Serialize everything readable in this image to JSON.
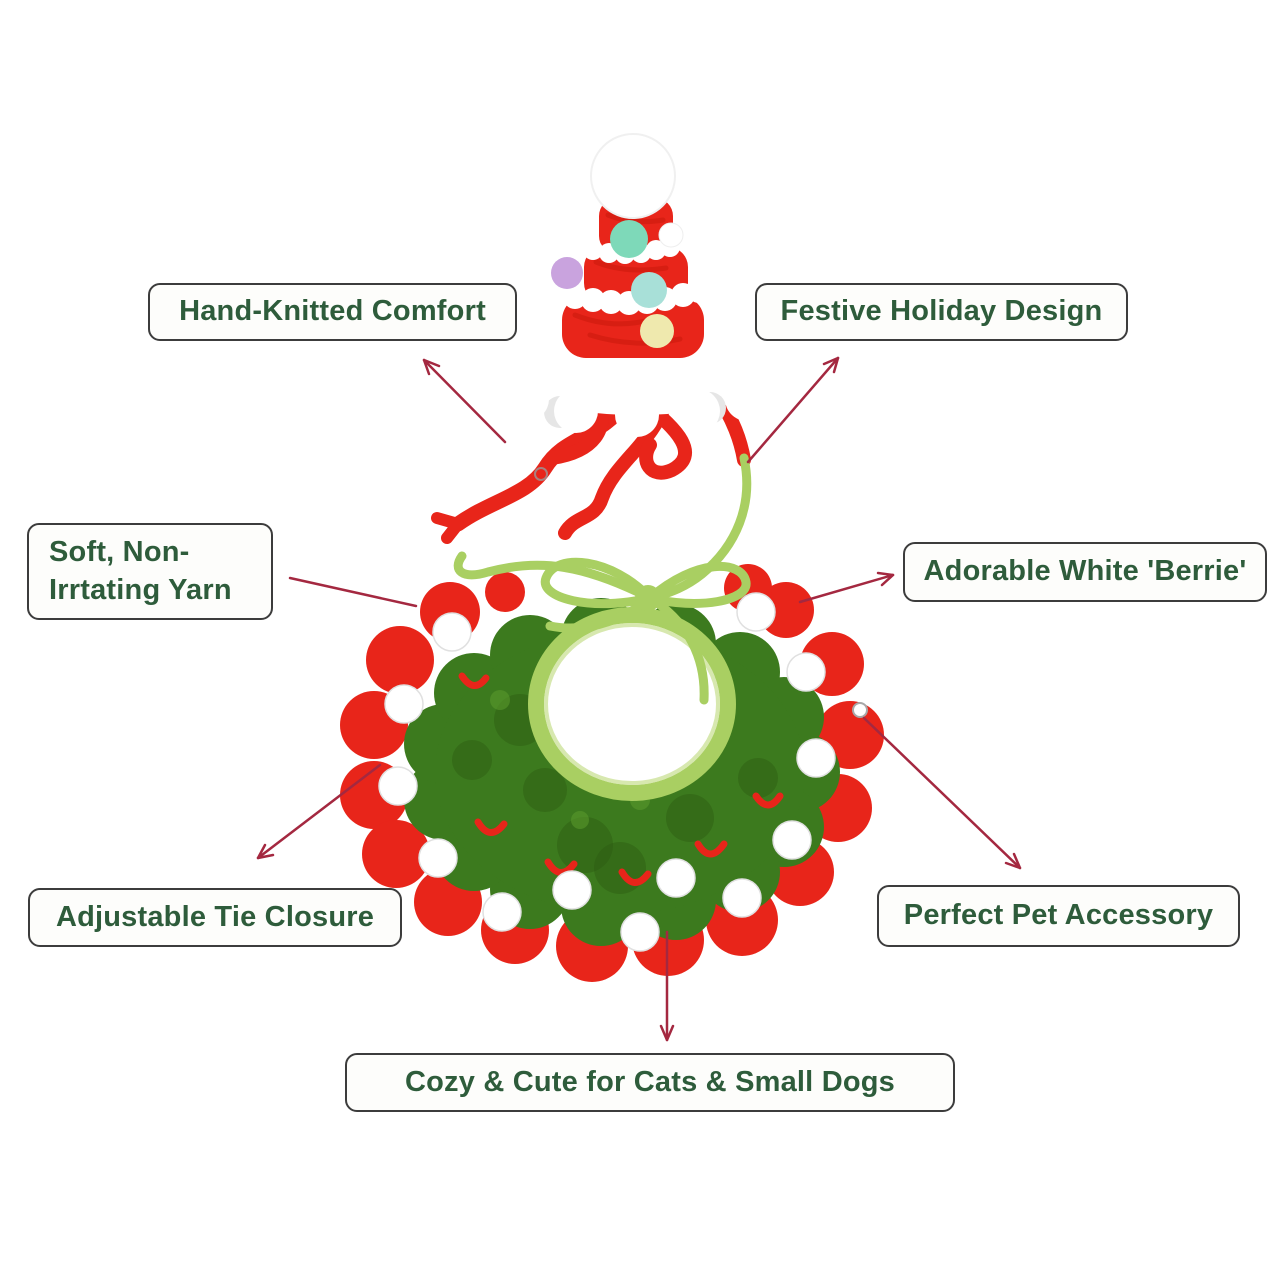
{
  "annotations": {
    "hand_knitted": {
      "text": "Hand-Knitted Comfort"
    },
    "festive": {
      "text": "Festive Holiday Design"
    },
    "soft_yarn": {
      "text": "Soft, Non-\nIrrtating Yarn"
    },
    "berrie": {
      "text": "Adorable White 'Berrie'"
    },
    "adjustable": {
      "text": "Adjustable Tie Closure"
    },
    "perfect": {
      "text": "Perfect Pet Accessory"
    },
    "cozy": {
      "text": "Cozy & Cute for Cats & Small Dogs"
    }
  },
  "colors": {
    "label-text": "#2e5c3b",
    "label-border": "#3c3c3c",
    "label-bg": "#fdfdfb",
    "arrow": "#a42840",
    "yarn-red": "#e8251a",
    "yarn-red-dark": "#c31608",
    "yarn-green": "#3c7a1e",
    "yarn-green-dark": "#2c5c12",
    "lime": "#a9cf62",
    "lime-light": "#cde29b",
    "pom-white": "#ffffff",
    "pom-mint": "#7ed9b9",
    "pom-lavender": "#c9a3de",
    "pom-aqua": "#a8e0d8",
    "pom-yellow": "#efe9ae"
  }
}
